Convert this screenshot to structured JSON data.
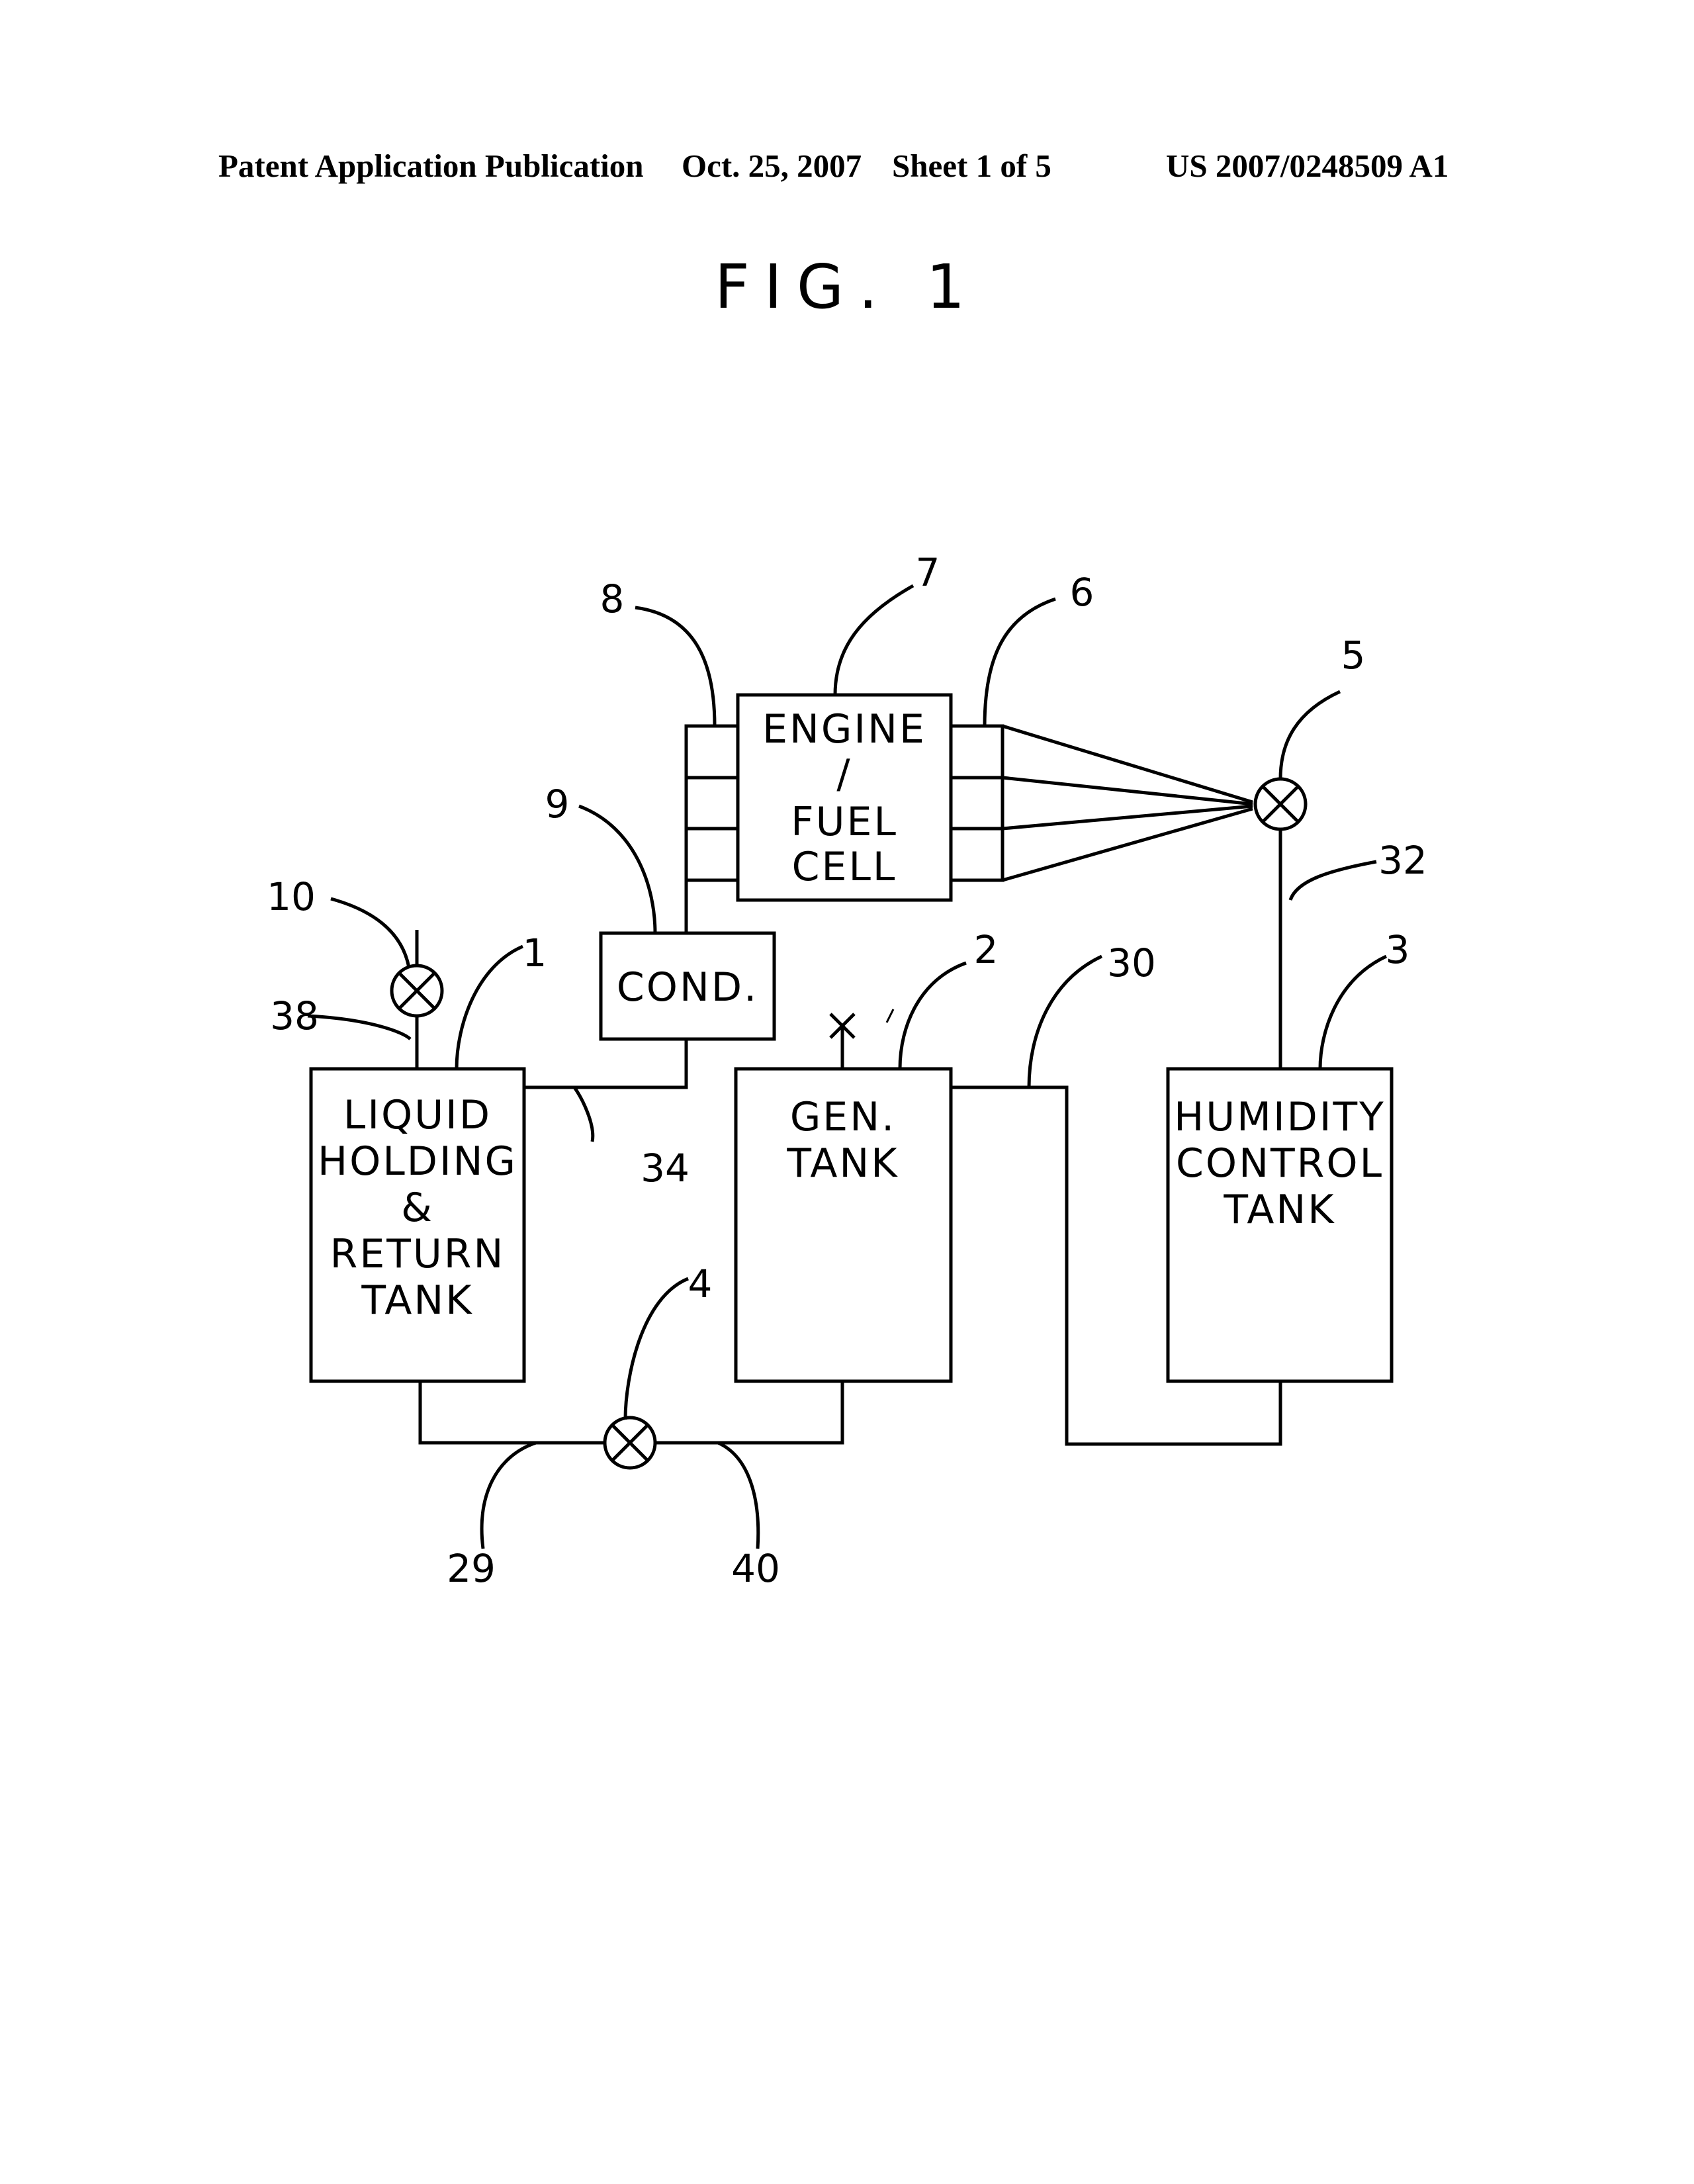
{
  "header": {
    "publication": "Patent Application Publication",
    "date": "Oct. 25, 2007",
    "sheet": "Sheet 1 of 5",
    "number": "US 2007/0248509 A1"
  },
  "figure": {
    "title": "FIG. 1",
    "boxes": {
      "engine": [
        "ENGINE",
        "/",
        "FUEL",
        "CELL"
      ],
      "cond": [
        "COND."
      ],
      "liquid_tank": [
        "LIQUID",
        "HOLDING",
        "&",
        "RETURN",
        "TANK"
      ],
      "gen_tank": [
        "GEN.",
        "TANK"
      ],
      "humidity_tank": [
        "HUMIDITY",
        "CONTROL",
        "TANK"
      ]
    },
    "refs": {
      "r1": "1",
      "r2": "2",
      "r3": "3",
      "r4": "4",
      "r5": "5",
      "r6": "6",
      "r7": "7",
      "r8": "8",
      "r9": "9",
      "r10": "10",
      "r29": "29",
      "r30": "30",
      "r32": "32",
      "r34": "34",
      "r38": "38",
      "r40": "40"
    }
  }
}
